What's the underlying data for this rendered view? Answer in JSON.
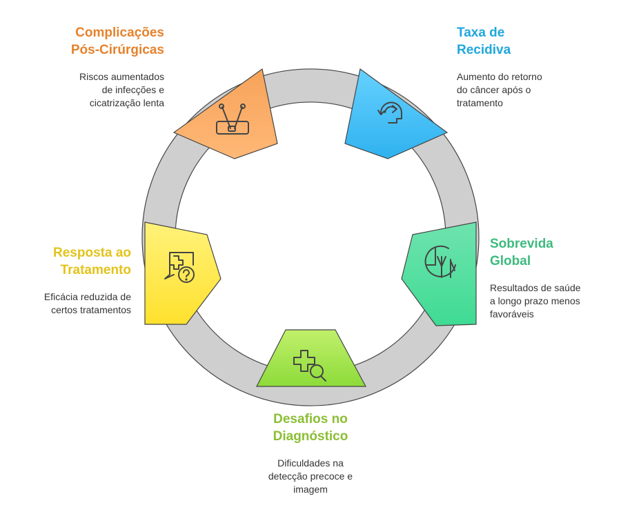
{
  "items": [
    {
      "key": "complicacoes",
      "title": "Complicações\nPós-Cirúrgicas",
      "description": "Riscos aumentados\nde infecções e\ncicatrização lenta",
      "color": "#E6822D",
      "segment_top": "#F6A35A",
      "segment_bottom": "#FFB877",
      "icon": "surgical-tools-icon"
    },
    {
      "key": "recidiva",
      "title": "Taxa de\nRecidiva",
      "description": "Aumento do retorno\ndo câncer após o\ntratamento",
      "color": "#1FA7DC",
      "segment_top": "#66D1FF",
      "segment_bottom": "#2FB2EF",
      "icon": "recurrence-head-icon"
    },
    {
      "key": "sobrevida",
      "title": "Sobrevida\nGlobal",
      "description": "Resultados de saúde\na longo prazo menos\nfavoráveis",
      "color": "#3DBA7E",
      "segment_top": "#6FE3AE",
      "segment_bottom": "#3FDB94",
      "icon": "chart-trend-icon"
    },
    {
      "key": "diagnostico",
      "title": "Desafios no\nDiagnóstico",
      "description": "Dificuldades na\ndetecção precoce e\nimagem",
      "color": "#8BBE34",
      "segment_top": "#C1F06B",
      "segment_bottom": "#8DDB3A",
      "icon": "medical-search-icon"
    },
    {
      "key": "resposta",
      "title": "Resposta ao\nTratamento",
      "description": "Eficácia reduzida de\ncertos tratamentos",
      "color": "#E3C31A",
      "segment_top": "#FFF27A",
      "segment_bottom": "#FFE12E",
      "icon": "medical-question-icon"
    }
  ],
  "ring_color": "#CFCFCF",
  "outline_color": "#444444"
}
